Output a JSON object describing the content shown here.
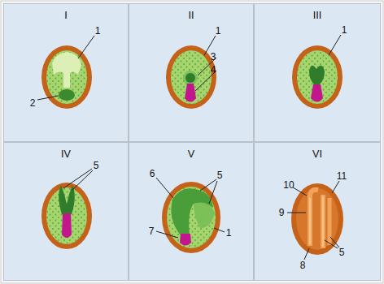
{
  "diagram": {
    "nodes": [
      {
        "text": [
          "I"
        ]
      },
      {
        "text": [
          "II"
        ]
      },
      {
        "text": [
          "III"
        ]
      },
      {
        "text": [
          "IV"
        ]
      },
      {
        "text": [
          "V"
        ]
      },
      {
        "text": [
          "VI"
        ]
      }
    ],
    "labels": [
      "1",
      "2",
      "1",
      "3",
      "4",
      "1",
      "5",
      "6",
      "5",
      "7",
      "1",
      "10",
      "11",
      "9",
      "8",
      "5"
    ]
  }
}
